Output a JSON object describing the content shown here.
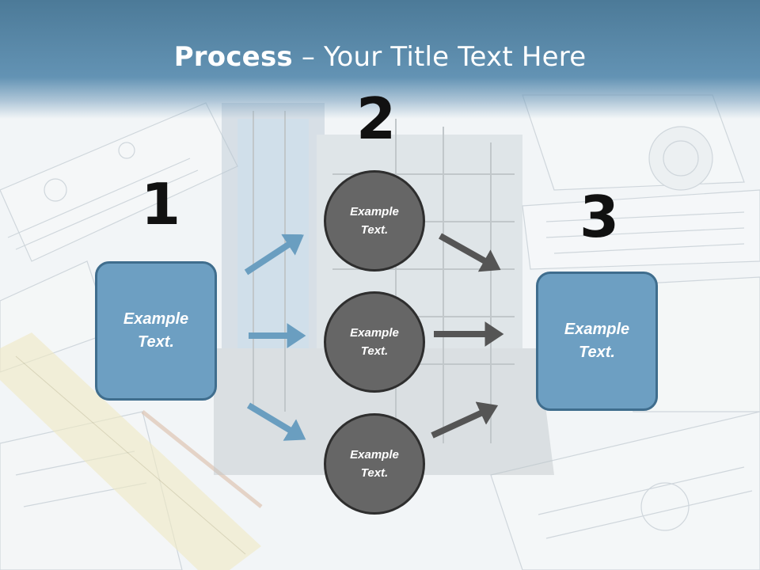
{
  "slide": {
    "title_bold": "Process",
    "title_rest": " – Your Title Text Here"
  },
  "steps": {
    "step1": {
      "number": "1",
      "text": "Example Text."
    },
    "step2": {
      "number": "2",
      "circles": [
        "Example Text.",
        "Example Text.",
        "Example Text."
      ]
    },
    "step3": {
      "number": "3",
      "text": "Example Text."
    }
  },
  "colors": {
    "title_band": "#5a8bab",
    "box_fill": "#6d9fc2",
    "box_border": "#3f6d8d",
    "circle_fill": "#666666",
    "circle_border": "#2e2e2e",
    "arrow_in": "#6a9ec0",
    "arrow_out": "#555555",
    "number_color": "#111111"
  },
  "background": {
    "description_icon": "blueprint-building-photo"
  }
}
